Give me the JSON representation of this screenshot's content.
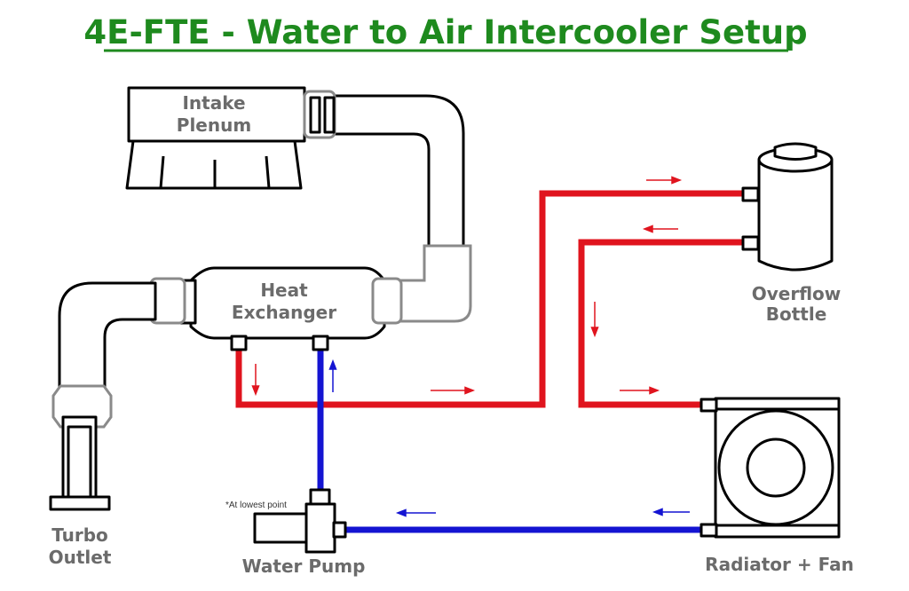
{
  "title": "4E-FTE - Water to Air Intercooler Setup",
  "labels": {
    "intake_plenum_line1": "Intake",
    "intake_plenum_line2": "Plenum",
    "heat_exchanger_line1": "Heat",
    "heat_exchanger_line2": "Exchanger",
    "overflow_bottle_line1": "Overflow",
    "overflow_bottle_line2": "Bottle",
    "turbo_outlet_line1": "Turbo",
    "turbo_outlet_line2": "Outlet",
    "water_pump": "Water Pump",
    "radiator_fan": "Radiator + Fan",
    "lowest_point_note": "*At lowest point"
  },
  "colors": {
    "title": "#1e8a1e",
    "label": "#6b6b6b",
    "hot_line": "#e0141e",
    "cold_line": "#1414d2",
    "coupler": "#8a8a8a"
  }
}
